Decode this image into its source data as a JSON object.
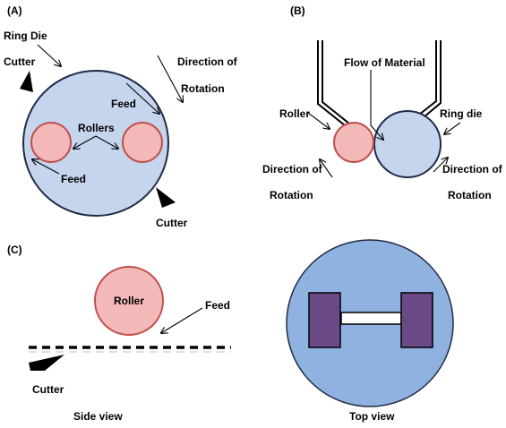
{
  "colors": {
    "die_fill": "#c5d5ee",
    "die_stroke": "#1f2a44",
    "roller_fill": "#f3b9b9",
    "roller_stroke": "#c0504d",
    "block_fill": "#6a4a86",
    "topview_fill": "#8fb2e0"
  },
  "panel_a": {
    "tag": "(A)",
    "ring_die": "Ring Die",
    "cutter_top": "Cutter",
    "direction_line1": "Direction of",
    "direction_line2": "Rotation",
    "feed_top": "Feed",
    "rollers": "Rollers",
    "feed_bottom": "Feed",
    "cutter_bottom": "Cutter"
  },
  "panel_b": {
    "tag": "(B)",
    "flow": "Flow of Material",
    "roller": "Roller",
    "ring_die": "Ring die",
    "dir_left_line1": "Direction of",
    "dir_left_line2": "Rotation",
    "dir_right_line1": "Direction of",
    "dir_right_line2": "Rotation"
  },
  "panel_c": {
    "tag": "(C)",
    "roller": "Roller",
    "feed": "Feed",
    "cutter": "Cutter",
    "side_view": "Side view",
    "top_view": "Top view"
  }
}
